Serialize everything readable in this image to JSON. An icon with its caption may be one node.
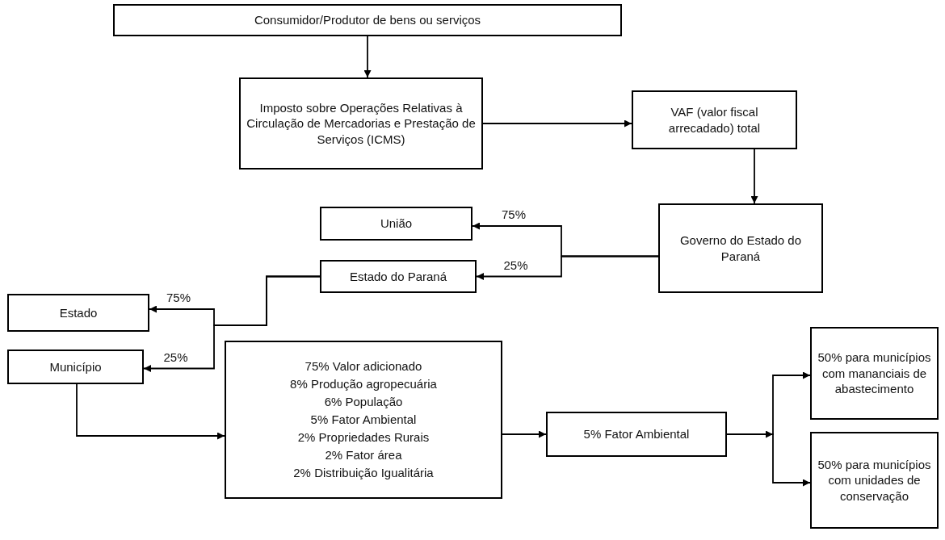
{
  "diagram": {
    "nodes": [
      {
        "text": [
          "Consumidor/Produtor de bens ou serviços"
        ]
      },
      {
        "text": [
          "Imposto sobre Operações Relativas à Circulação de Mercadorias e Prestação de Serviços (ICMS)"
        ]
      },
      {
        "text": [
          "VAF (valor fiscal arrecadado) total"
        ]
      },
      {
        "text": [
          "Governo do Estado do Paraná"
        ]
      },
      {
        "text": [
          "União"
        ]
      },
      {
        "text": [
          "Estado do Paraná"
        ]
      },
      {
        "text": [
          "Estado"
        ]
      },
      {
        "text": [
          "Município"
        ]
      },
      {
        "text": [
          "75% Valor adicionado",
          "8% Produção agropecuária",
          "6% População",
          "5% Fator Ambiental",
          "2% Propriedades Rurais",
          "2% Fator área",
          "2% Distribuição Igualitária"
        ]
      },
      {
        "text": [
          "5% Fator Ambiental"
        ]
      },
      {
        "text": [
          "50% para municípios com mananciais de abastecimento"
        ]
      },
      {
        "text": [
          "50% para municípios com unidades de conservação"
        ]
      }
    ],
    "edges": [
      {
        "from": 0,
        "to": 1,
        "arrow": "to"
      },
      {
        "from": 1,
        "to": 2,
        "arrow": "to"
      },
      {
        "from": 2,
        "to": 3,
        "arrow": "to"
      },
      {
        "from": 3,
        "to": 4,
        "arrow": "to",
        "label": "75%"
      },
      {
        "from": 3,
        "to": 5,
        "arrow": "to",
        "label": "25%"
      },
      {
        "from": 5,
        "to": 6,
        "arrow": "to",
        "label": "75%"
      },
      {
        "from": 5,
        "to": 7,
        "arrow": "to",
        "label": "25%"
      },
      {
        "from": 7,
        "to": 8,
        "arrow": "to"
      },
      {
        "from": 8,
        "to": 9,
        "arrow": "to"
      },
      {
        "from": 9,
        "to": 10,
        "arrow": "to"
      },
      {
        "from": 9,
        "to": 11,
        "arrow": "to"
      }
    ]
  }
}
